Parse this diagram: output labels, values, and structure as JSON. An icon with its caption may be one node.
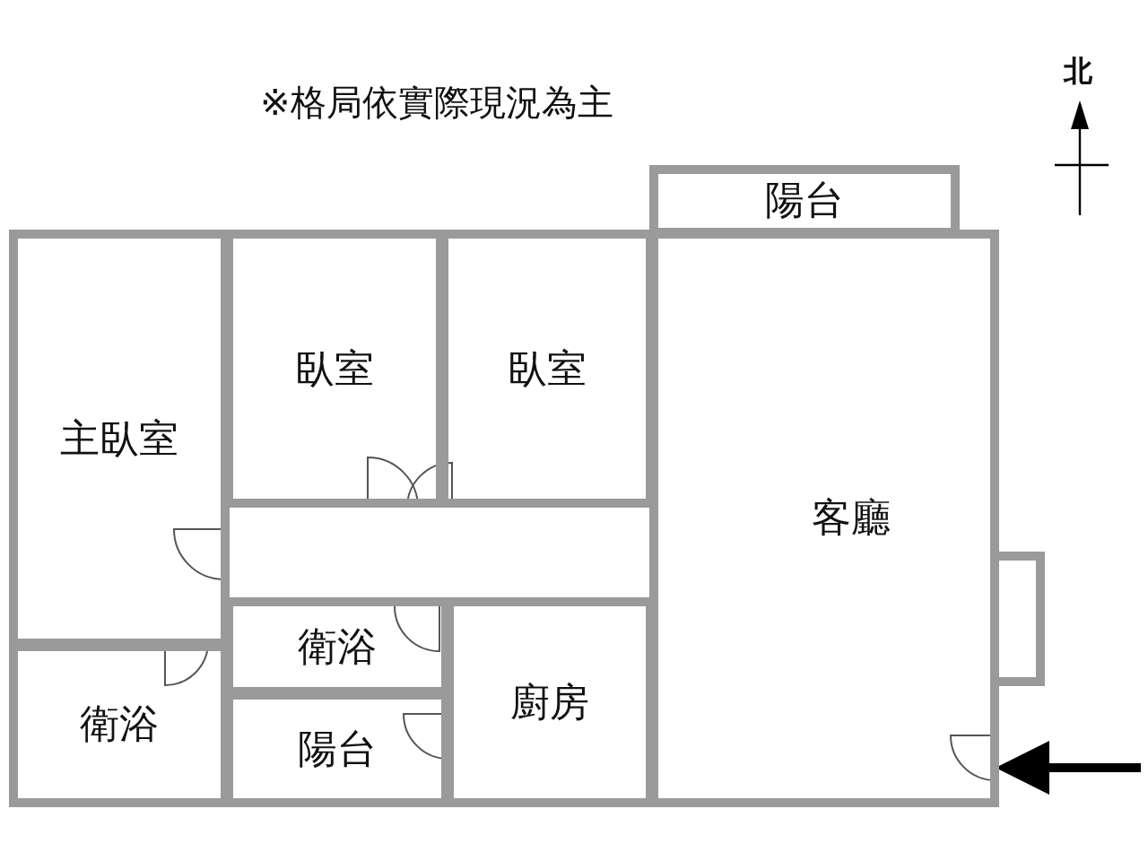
{
  "diagram": {
    "title": "※格局依實際現況為主",
    "nodes": [
      {
        "text": [
          "陽台"
        ]
      },
      {
        "text": [
          "主臥室"
        ]
      },
      {
        "text": [
          "臥室"
        ]
      },
      {
        "text": [
          "臥室"
        ]
      },
      {
        "text": [
          "客廳"
        ]
      },
      {
        "text": [
          "衛浴"
        ]
      },
      {
        "text": [
          "廚房"
        ]
      },
      {
        "text": [
          "衛浴"
        ]
      },
      {
        "text": [
          "陽台"
        ]
      }
    ],
    "edges": [
      {
        "from": null,
        "to": 4,
        "arrow": "to"
      }
    ],
    "labels": [
      "北"
    ]
  }
}
